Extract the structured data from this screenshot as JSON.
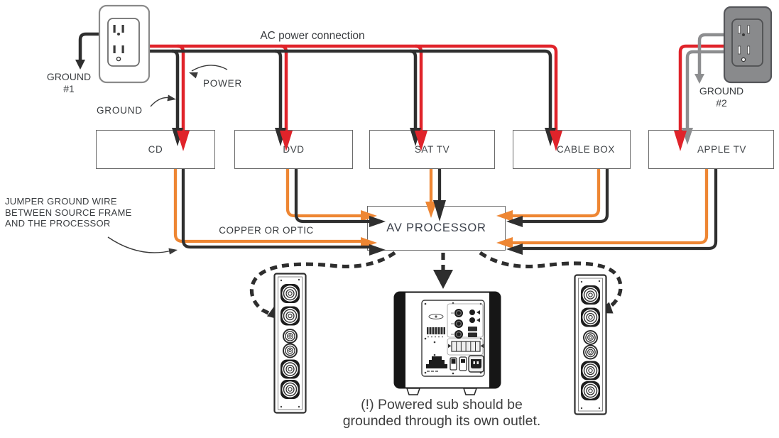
{
  "labels": {
    "ac_power": "AC power connection",
    "power": "POWER",
    "ground": "GROUND",
    "ground1_line1": "GROUND",
    "ground1_line2": "#1",
    "ground2_line1": "GROUND",
    "ground2_line2": "#2",
    "jumper_line1": "JUMPER GROUND WIRE",
    "jumper_line2": "BETWEEN SOURCE FRAME",
    "jumper_line3": "AND THE PROCESSOR",
    "copper": "COPPER OR OPTIC"
  },
  "devices": [
    {
      "label": "CD"
    },
    {
      "label": "DVD"
    },
    {
      "label": "SAT TV"
    },
    {
      "label": "CABLE BOX"
    },
    {
      "label": "APPLE TV"
    }
  ],
  "processor": {
    "label": "AV PROCESSOR"
  },
  "note": {
    "line1": "(!) Powered sub should be",
    "line2": "grounded through its own outlet."
  },
  "colors": {
    "power_wire": "#e0232a",
    "ground_wire_black": "#2f2f2f",
    "signal_wire_orange": "#ee8633",
    "ground_wire_gray": "#8d8e90",
    "text": "#3f4347"
  }
}
